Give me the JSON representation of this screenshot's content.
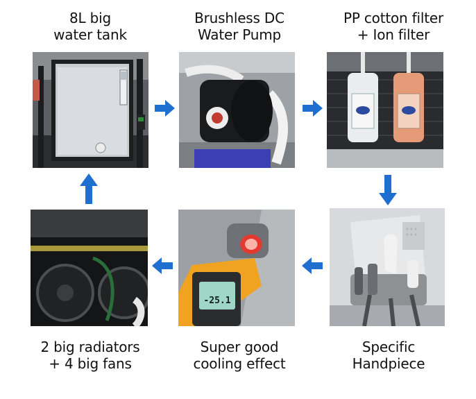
{
  "steps": [
    {
      "line1": "8L big",
      "line2": "water tank"
    },
    {
      "line1": "Brushless DC",
      "line2": "Water Pump"
    },
    {
      "line1": "PP cotton filter",
      "line2": "+ Ion filter"
    },
    {
      "line1": "Specific",
      "line2": "Handpiece"
    },
    {
      "line1": "Super good",
      "line2": "cooling effect"
    },
    {
      "line1": "2 big radiators",
      "line2": "+ 4 big fans"
    }
  ],
  "thermometer": {
    "reading": "-25.1"
  },
  "colors": {
    "arrow": "#1f6fd1",
    "caption": "#111111"
  },
  "arrows": [
    {
      "from": "water-tank",
      "to": "water-pump",
      "direction": "right"
    },
    {
      "from": "water-pump",
      "to": "filters",
      "direction": "right"
    },
    {
      "from": "filters",
      "to": "handpiece",
      "direction": "down"
    },
    {
      "from": "handpiece",
      "to": "cooling",
      "direction": "left"
    },
    {
      "from": "cooling",
      "to": "radiators",
      "direction": "left"
    },
    {
      "from": "radiators",
      "to": "water-tank",
      "direction": "up"
    }
  ]
}
